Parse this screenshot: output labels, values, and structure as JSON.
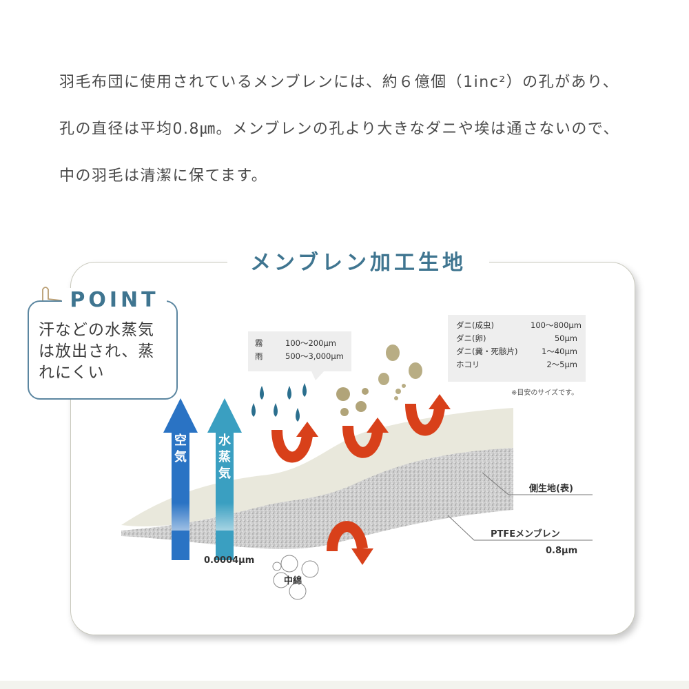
{
  "intro": {
    "line1": "羽毛布団に使用されているメンブレンには、約６億個（1inc²）の孔があり、",
    "line2": "孔の直径は平均0.8㎛。メンブレンの孔より大きなダニや埃は通さないので、",
    "line3": "中の羽毛は清潔に保てます。"
  },
  "card": {
    "title": "メンブレン加工生地"
  },
  "point": {
    "heading": "POINT",
    "line1": "汗などの水蒸気",
    "line2": "は放出され、蒸",
    "line3": "れにくい"
  },
  "rain_info": {
    "rows": [
      {
        "label": "霧",
        "value": "100〜200μm"
      },
      {
        "label": "雨",
        "value": "500〜3,000μm"
      }
    ]
  },
  "mite_info": {
    "rows": [
      {
        "label": "ダニ(成虫)",
        "value": "100〜800μm"
      },
      {
        "label": "ダニ(卵)",
        "value": "50μm"
      },
      {
        "label": "ダニ(糞・死骸片)",
        "value": "1〜40μm"
      },
      {
        "label": "ホコリ",
        "value": "2〜5μm"
      }
    ],
    "note": "※目安のサイズです。"
  },
  "arrows": {
    "air": "空気",
    "vapor": "水蒸気",
    "pore_size": "0.0004μm"
  },
  "labels": {
    "outer_fabric": "側生地(表)",
    "membrane": "PTFEメンブレン",
    "membrane_pore": "0.8μm",
    "filling": "中綿"
  },
  "colors": {
    "accent": "#3f7590",
    "air_arrow": "#2a73c4",
    "vapor_arrow": "#3a9fc1",
    "bounce_arrow": "#d8401a",
    "fabric": "#e9e8dc",
    "membrane": "#c9c9c9",
    "mite": "#b8ad84"
  }
}
